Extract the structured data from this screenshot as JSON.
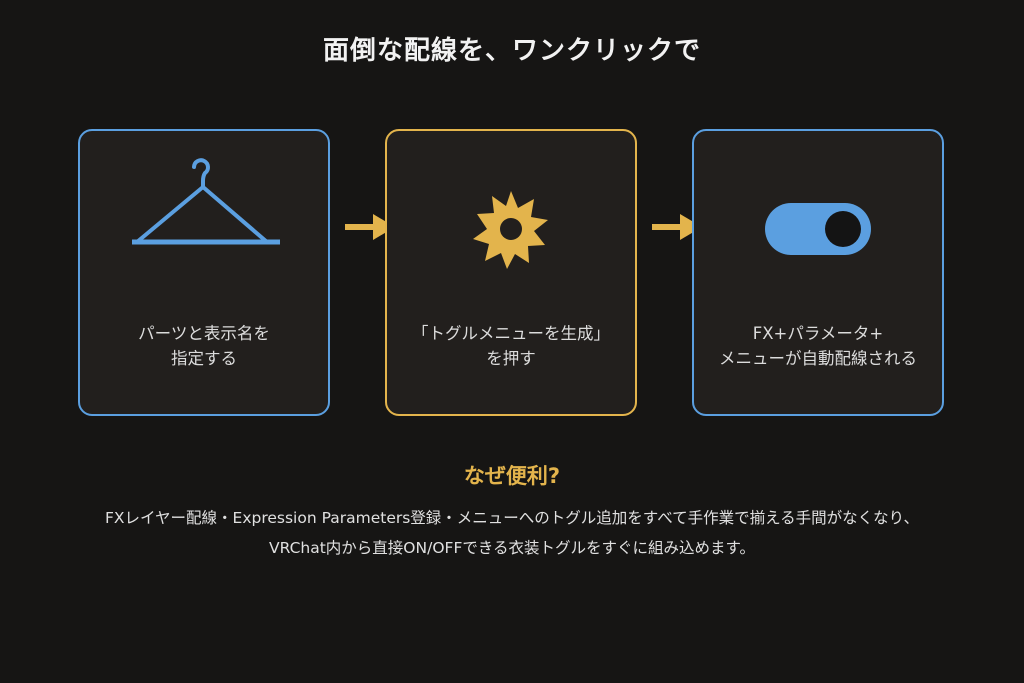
{
  "title": "面倒な配線を、ワンクリックで",
  "steps": [
    {
      "icon": "hanger-icon",
      "color": "#5b9fe0",
      "lines": [
        "パーツと表示名を",
        "指定する"
      ]
    },
    {
      "icon": "gear-icon",
      "color": "#e3b44c",
      "lines": [
        "「トグルメニューを生成」",
        "を押す"
      ]
    },
    {
      "icon": "toggle-switch-icon",
      "color": "#5b9fe0",
      "lines": [
        "FX+パラメータ+",
        "メニューが自動配線される"
      ]
    }
  ],
  "arrow_color": "#e3b44c",
  "why": {
    "heading": "なぜ便利?",
    "lines": [
      "FXレイヤー配線・Expression Parameters登録・メニューへのトグル追加をすべて手作業で揃える手間がなくなり、",
      "VRChat内から直接ON/OFFできる衣装トグルをすぐに組み込めます。"
    ]
  }
}
